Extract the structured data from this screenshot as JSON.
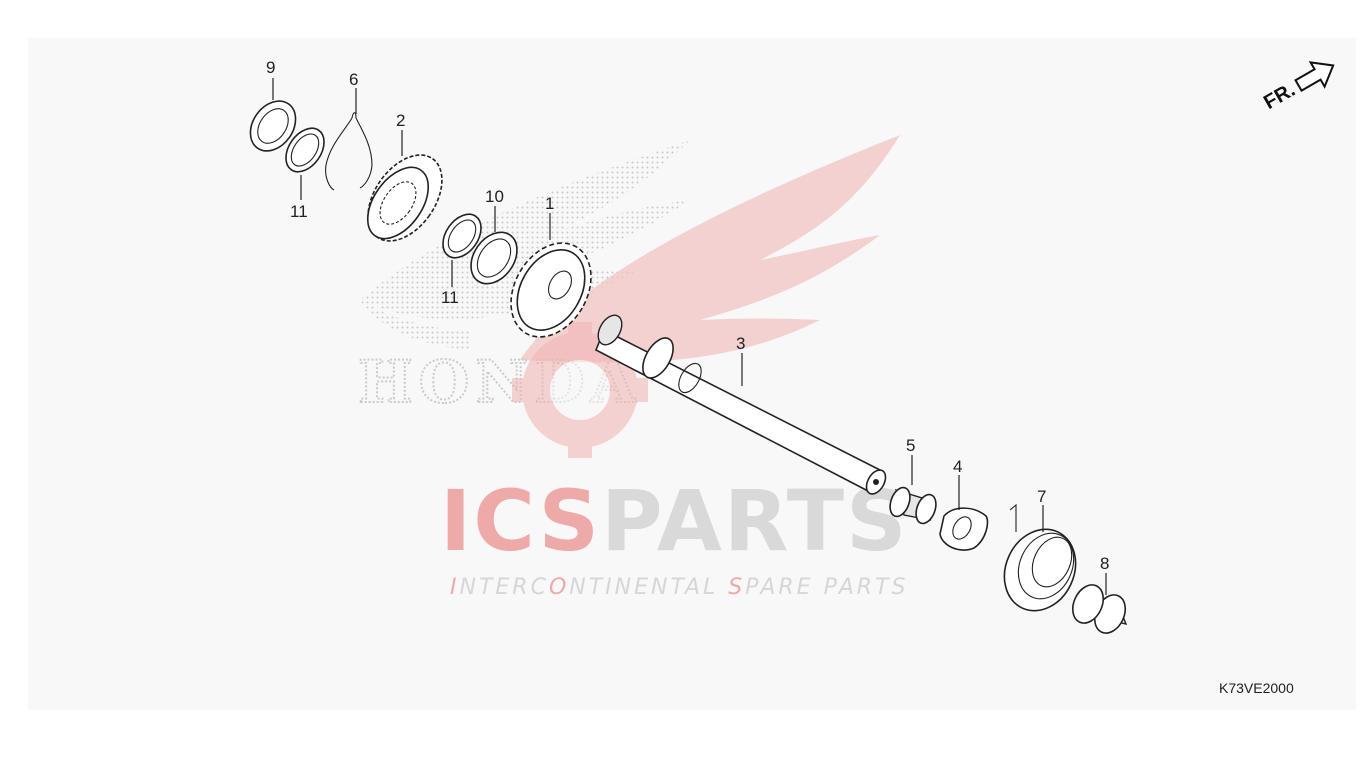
{
  "diagram": {
    "code": "K73VE2000",
    "direction_label": "FR.",
    "callouts": [
      "1",
      "2",
      "3",
      "4",
      "5",
      "6",
      "7",
      "8",
      "9",
      "10",
      "11",
      "11"
    ]
  },
  "watermark": {
    "brand": "ICSPARTS",
    "brand_part1": "ICS",
    "brand_part2": "PARTS",
    "tagline_parts": [
      "I",
      "NTERC",
      "O",
      "NTINENTAL ",
      "S",
      "PARE PARTS"
    ],
    "honda_text": "HONDA",
    "colors": {
      "red": "#e03a3a",
      "grey": "#d6d6d6",
      "wing_red": "#f0b8b8",
      "dots": "#c8c8c8"
    }
  }
}
